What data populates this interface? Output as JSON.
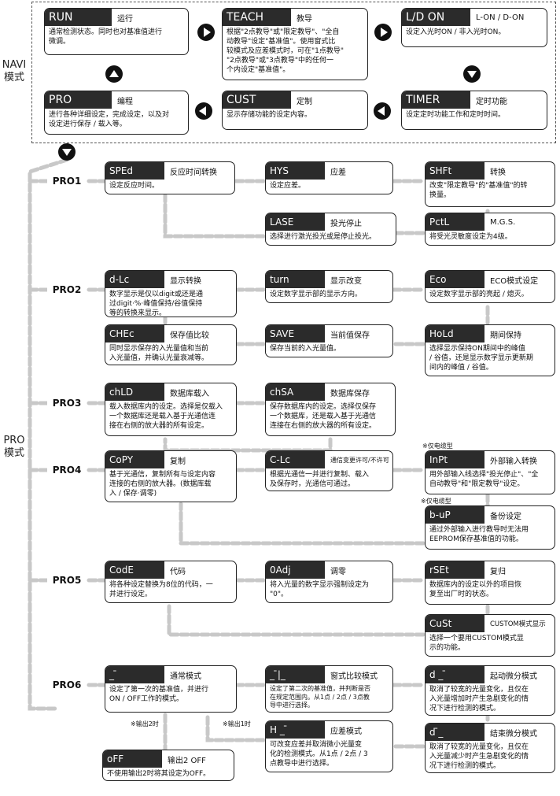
{
  "side_labels": {
    "navi": "NAVI\n模式",
    "pro": "PRO\n模式"
  },
  "navi": [
    {
      "code": "RUN",
      "title": "运行",
      "body": "通常检测状态。同时也对基准值进行\n微调。"
    },
    {
      "code": "TEACH",
      "title": "教导",
      "body": "根据\"2点教导\"或\"限定教导\"、\"全自\n动教导\"设定\"基准值\"。使用窗式比\n较模式及应差模式时，可在\"1点教导\"\n\"2点教导\"或\"3点教导\"中的任何一\n个内设定\"基准值\"。"
    },
    {
      "code": "L/D ON",
      "title": "L-ON / D-ON",
      "body": "设定入光时ON / 非入光时ON。"
    },
    {
      "code": "PRO",
      "title": "编程",
      "body": "进行各种详细设定，完成设定，以及对\n设定进行保存 / 载入等。"
    },
    {
      "code": "CUST",
      "title": "定制",
      "body": "显示存储功能的设定内容。"
    },
    {
      "code": "TIMER",
      "title": "定时功能",
      "body": "设定定时功能工作和定时时间。"
    }
  ],
  "pro_labels": [
    "PRO1",
    "PRO2",
    "PRO3",
    "PRO4",
    "PRO5",
    "PRO6"
  ],
  "items": [
    {
      "code": "SPEd",
      "title": "反应时间转换",
      "body": "设定反应时间。"
    },
    {
      "code": "HYS",
      "title": "应差",
      "body": "设定应差。"
    },
    {
      "code": "SHFt",
      "title": "转换",
      "body": "改变\"限定教导\"的\"基准值\"的转\n换量。"
    },
    {
      "code": "LASE",
      "title": "投光停止",
      "body": "选择进行激光投光或是停止投光。"
    },
    {
      "code": "PctL",
      "title": "M.G.S.",
      "body": "将受光灵敏度设定为4级。"
    },
    {
      "code": "d-Lc",
      "title": "显示转换",
      "body": "数字显示是仅以digit或还是通\n过digit·%·峰值保持/谷值保持\n等的转换来显示。"
    },
    {
      "code": "turn",
      "title": "显示改变",
      "body": "设定数字显示部的显示方向。"
    },
    {
      "code": "Eco",
      "title": "ECO模式设定",
      "body": "设定数字显示部的亮起 / 熄灭。"
    },
    {
      "code": "CHEc",
      "title": "保存值比较",
      "body": "同时显示保存的入光量值和当前\n入光量值，并确认光量衰减等。"
    },
    {
      "code": "SAVE",
      "title": "当前值保存",
      "body": "保存当前的入光量值。"
    },
    {
      "code": "HoLd",
      "title": "期间保持",
      "body": "选择显示保持ON期间中的峰值\n/ 谷值，还是显示数字显示更新期\n间内的峰值 / 谷值。"
    },
    {
      "code": "chLD",
      "title": "数据库载入",
      "body": "载入数据库内的设定。选择是仅载入\n一个数据库还是载入基于光通信连\n接在右侧的放大器的所有设定。"
    },
    {
      "code": "chSA",
      "title": "数据库保存",
      "body": "保存数据库内的设定。选择仅保存\n一个数据库，还是载入基于光通信\n连接在右侧的放大器的所有设定。"
    },
    {
      "code": "CoPY",
      "title": "复制",
      "body": "基于光通信，复制所有与设定内容\n连接的右侧的放大器。(数据库载\n入 / 保存·调零)"
    },
    {
      "code": "C-Lc",
      "title": "通信变更许可/不许可",
      "body": "根据光通信一并进行复制、载入\n及保存时，光通信可通过。"
    },
    {
      "code": "InPt",
      "title": "外部输入转换",
      "body": "用外部输入线选择\"投光停止\"、\"全\n自动教导\"和\"限定教导\"设定。"
    },
    {
      "code": "b-uP",
      "title": "备份设定",
      "body": "通过外部输入进行教导时无法用\nEEPROM保存基准值的功能。"
    },
    {
      "code": "CodE",
      "title": "代码",
      "body": "将各种设定替换为8位的代码，一\n并进行设定。"
    },
    {
      "code": "0Adj",
      "title": "调零",
      "body": "将入光量的数字显示强制设定为\n\"0\"。"
    },
    {
      "code": "rSEt",
      "title": "复归",
      "body": "数据库内的设定以外的项目恢\n复至出厂时的状态。"
    },
    {
      "code": "CuSt",
      "title": "CUSTOM模式显示",
      "body": "选择一个要用CUSTOM模式显\n示的功能。"
    },
    {
      "code": "_ ̄",
      "title": "通常模式",
      "body": "设定了第一次的基准值，并进行\nON / OFF工作的模式。"
    },
    {
      "code": "_ ̄|_",
      "title": "窗式比较模式",
      "body": "设定了第二次的基准值，并判断是否\n在规定范围内。从1点 / 2点 / 3点教\n导中进行选择。"
    },
    {
      "code": "d _ ̄",
      "title": "起动微分模式",
      "body": "取消了较宽的光量变化，且仅在\n入光量增加时产生急剧变化的情\n况下进行检测的模式。"
    },
    {
      "code": "H _ ̄",
      "title": "应差模式",
      "body": "可改变应差并取消微小光量变\n化的检测模式。从1点 / 2点 / 3\n点教导中进行选择。"
    },
    {
      "code": "d  ̄_",
      "title": "结束微分模式",
      "body": "取消了较宽的光量变化，且仅在\n入光量减少时产生急剧变化的情\n况下进行检测的模式。"
    },
    {
      "code": "oFF",
      "title": "输出2 OFF",
      "body": "不使用输出2时将其设定为OFF。"
    }
  ],
  "notes": [
    "※仅电缆型",
    "※仅电缆型",
    "※输出2时",
    "※输出1时"
  ]
}
